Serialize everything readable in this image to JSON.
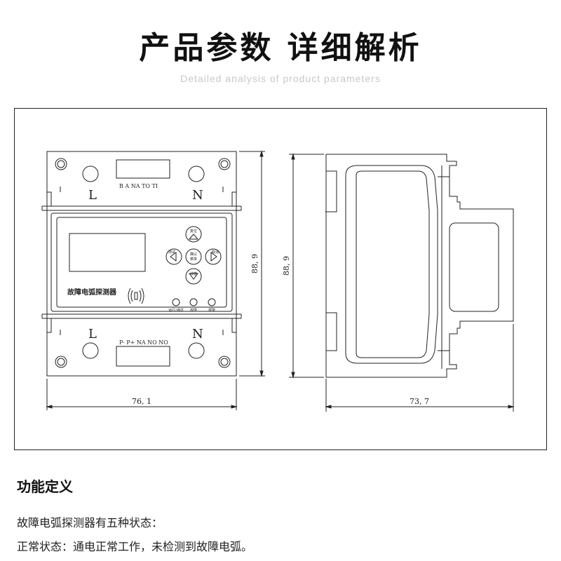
{
  "header": {
    "title": "产品参数 详细解析",
    "subtitle": "Detailed analysis of product parameters"
  },
  "drawing": {
    "front": {
      "top_left_terminal": "L",
      "top_right_terminal": "N",
      "bottom_left_terminal": "L",
      "bottom_right_terminal": "N",
      "top_port_labels": "B A NA TO TI",
      "bottom_port_labels": "P- P+ NA NO NO",
      "device_name": "故障电弧探测器",
      "buttons": {
        "up": "复位",
        "left": "测试",
        "center": "确认",
        "center_sub": "菜单",
        "right": "取消",
        "down": "消音"
      },
      "indicators": [
        "运行/通讯",
        "故障",
        "报警"
      ],
      "width_dim": "76, 1",
      "height_dim": "88, 9"
    },
    "side": {
      "width_dim": "73, 7",
      "height_dim": "88, 9"
    }
  },
  "section": {
    "heading": "功能定义",
    "lines": [
      "故障电弧探测器有五种状态：",
      "正常状态：通电正常工作，未检测到故障电弧。"
    ]
  }
}
